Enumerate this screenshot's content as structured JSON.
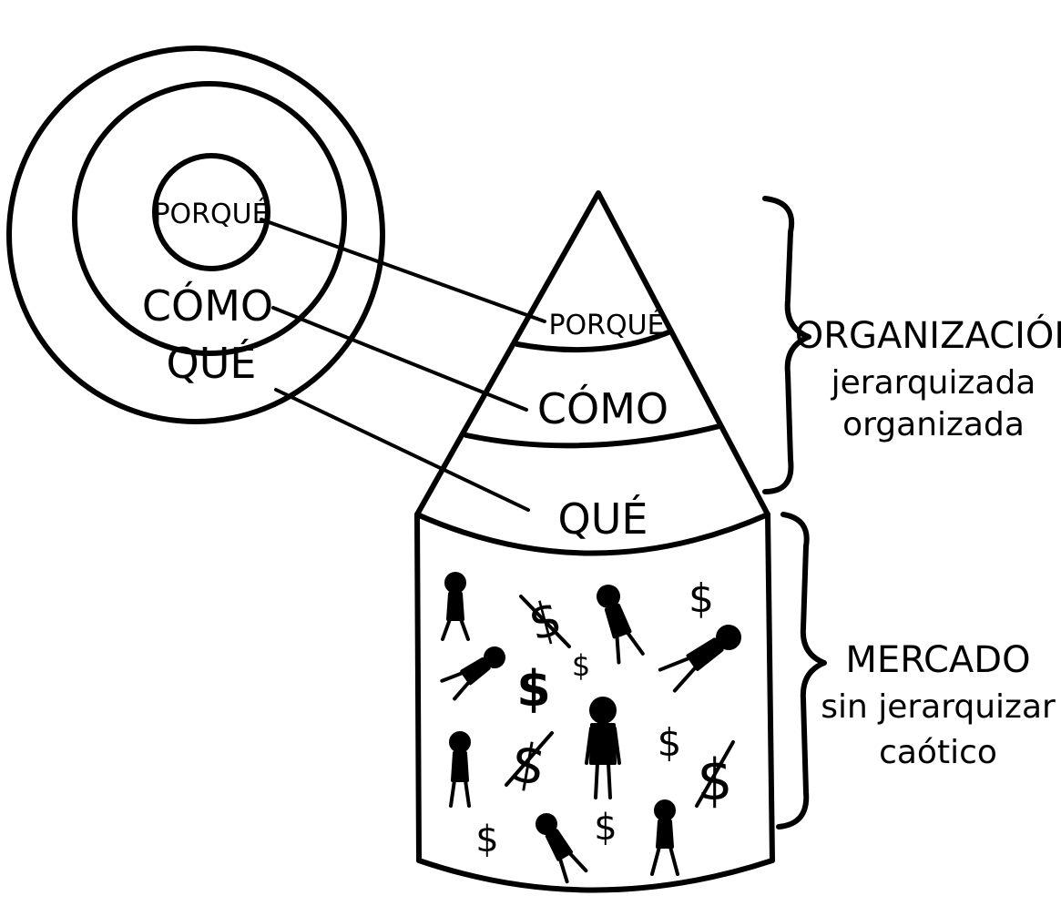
{
  "circles": {
    "inner": "PORQUÉ",
    "middle": "CÓMO",
    "outer": "QUÉ"
  },
  "cone": {
    "top": "PORQUÉ",
    "middle": "CÓMO",
    "bottom": "QUÉ"
  },
  "organization": {
    "title": "ORGANIZACIÓN",
    "line1": "jerarquizada",
    "line2": "organizada"
  },
  "market": {
    "title": "MERCADO",
    "line1": "sin jerarquizar",
    "line2": "caótico"
  },
  "market_symbols": {
    "dollar": "$"
  }
}
